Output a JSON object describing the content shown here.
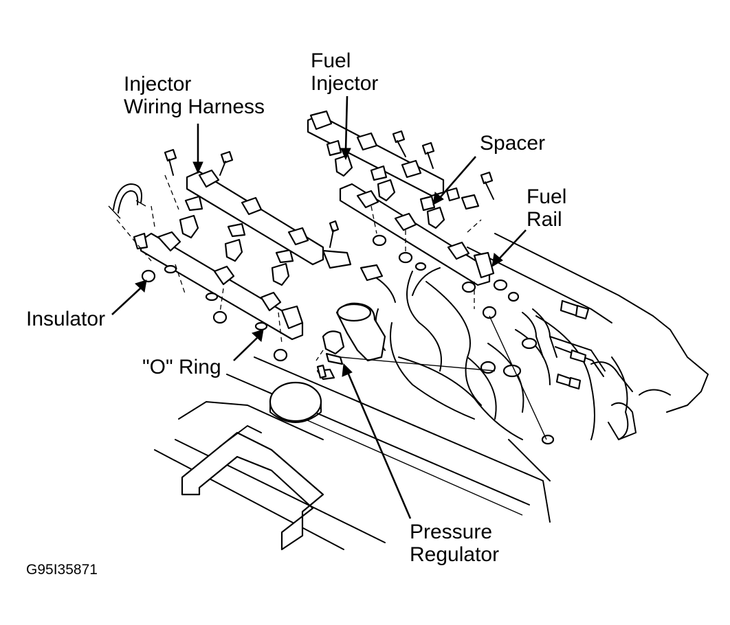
{
  "labels": {
    "fuel_injector": [
      "Fuel",
      "Injector"
    ],
    "injector_wiring_harness": [
      "Injector",
      "Wiring Harness"
    ],
    "spacer": "Spacer",
    "fuel_rail": [
      "Fuel",
      "Rail"
    ],
    "insulator": "Insulator",
    "o_ring": "\"O\" Ring",
    "pressure_regulator": [
      "Pressure",
      "Regulator"
    ]
  },
  "figure_code": "G95I35871"
}
